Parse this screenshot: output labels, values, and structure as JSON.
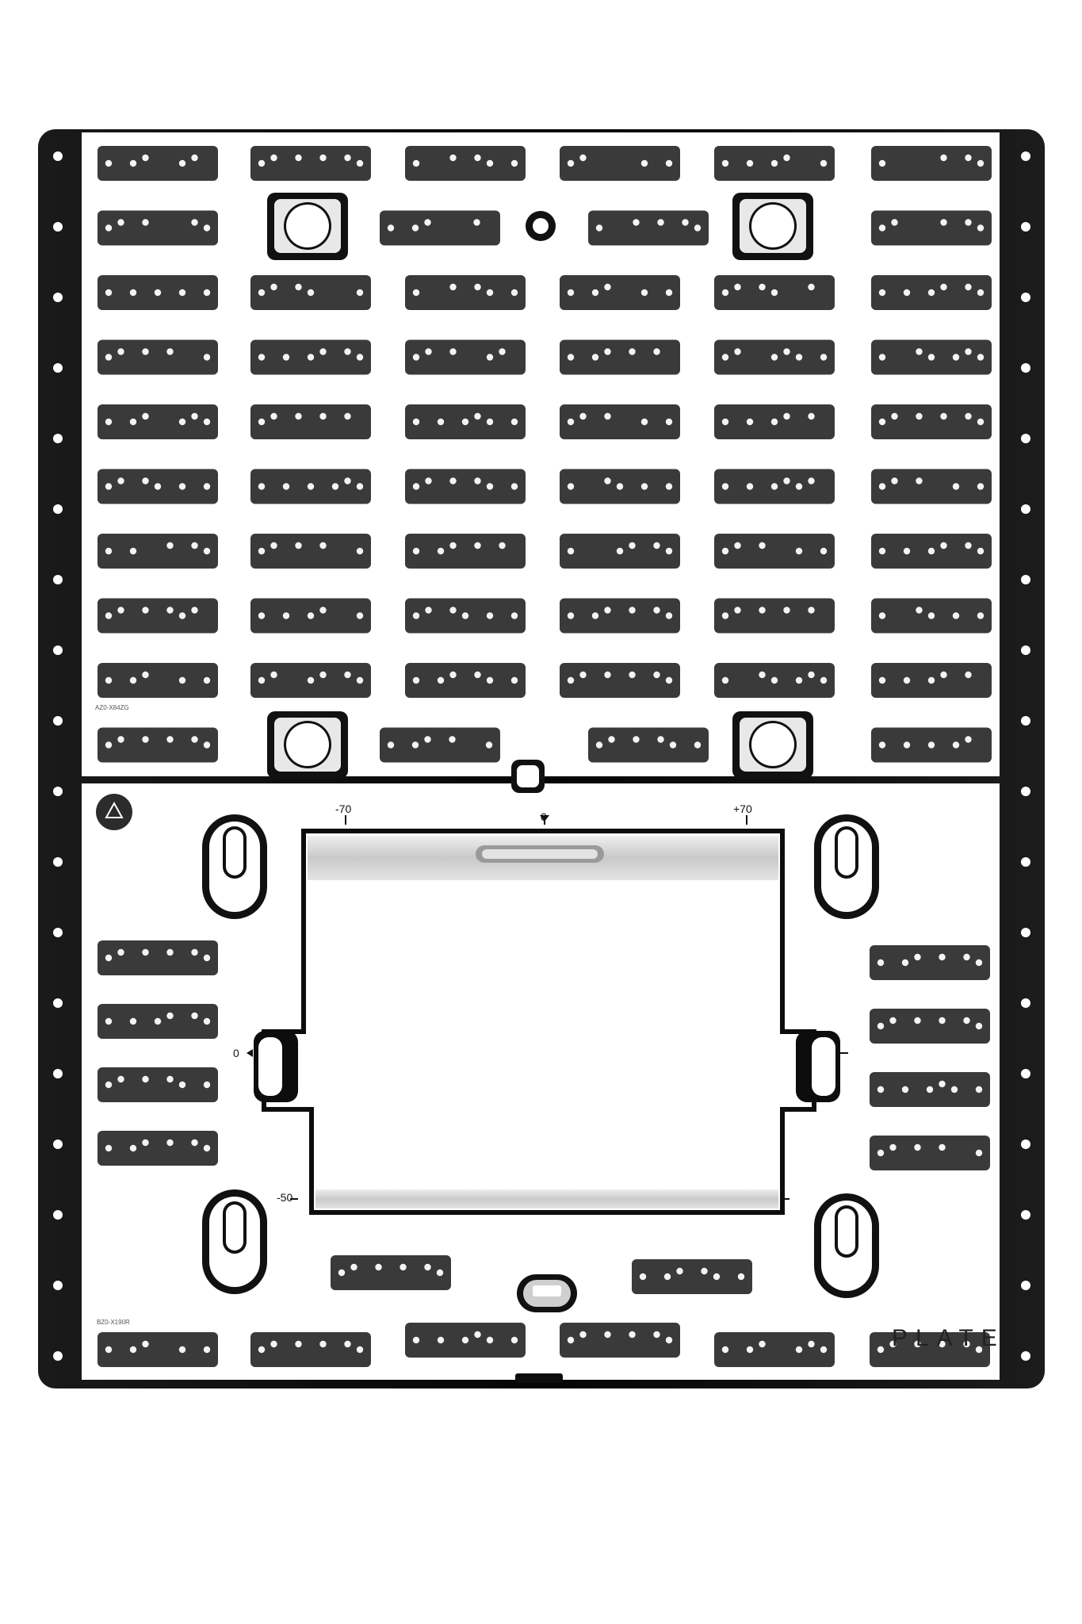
{
  "brand": "PLATE",
  "part_codes": {
    "upper": "AZ0-X84ZG",
    "lower": "BZ0-X190R"
  },
  "scale_labels": {
    "top_left": "-70",
    "top_center": "0",
    "top_right": "+70",
    "side_zero": "0",
    "side_minus": "-50"
  },
  "icons": {
    "logo": "triangle-logo-icon"
  },
  "colors": {
    "frame": "#0d0d0d",
    "plate": "#ffffff",
    "tile": "#3a3a3a",
    "pin": "#f4f4f4",
    "metal": "#d2d2d2"
  },
  "upper_tiles": [
    [
      "101100110",
      "110101011",
      "100101101",
      "110000101",
      "101011001",
      "100001011"
    ],
    [
      "110100011",
      "-",
      "101100010",
      "-",
      "100101011",
      "110001011"
    ],
    [
      "101010101",
      "110110001",
      "100101101",
      "101100101",
      "110110010",
      "101011011"
    ],
    [
      "110101001",
      "101011011",
      "110100110",
      "101101010",
      "110011101",
      "100110111"
    ],
    [
      "101100111",
      "110101010",
      "101011101",
      "110100101",
      "101011010",
      "110101011"
    ],
    [
      "110110101",
      "101010111",
      "110101101",
      "100110101",
      "101011110",
      "110100101"
    ],
    [
      "101001011",
      "110101001",
      "101101010",
      "100011011",
      "110100101",
      "101011011"
    ],
    [
      "110101110",
      "101011001",
      "110110101",
      "101101011",
      "110101010",
      "100110101"
    ],
    [
      "101100101",
      "110011011",
      "101101101",
      "110101011",
      "100110111",
      "101011010"
    ],
    [
      "110101011",
      "-",
      "101101001",
      "-",
      "110101101",
      "101010110"
    ]
  ],
  "lower_left_tiles": [
    "110101011",
    "101011011",
    "110101101",
    "101101011"
  ],
  "lower_right_tiles": [
    "101101011",
    "110101011",
    "101011101",
    "110101001"
  ],
  "lower_mid_tiles": [
    "110101011",
    "101101101"
  ],
  "bottom_tiles": [
    "101100101",
    "110101011",
    "101011101",
    "110101011",
    "101100111",
    "110101011"
  ]
}
